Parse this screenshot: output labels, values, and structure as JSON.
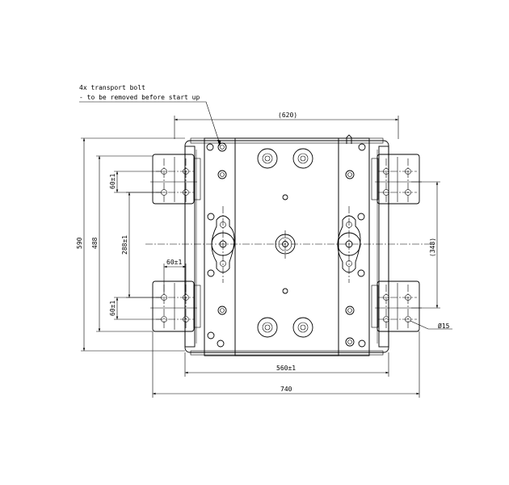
{
  "note": {
    "line1": "4x transport bolt",
    "line2": "- to be removed before start up"
  },
  "dimensions": {
    "top_width": "(620)",
    "overall_height": "590",
    "bracket_span": "488",
    "hole_spacing_v_top": "60±1",
    "hole_spacing_v_bottom": "60±1",
    "center_span": "288±1",
    "hole_spacing_h": "60±1",
    "right_span": "(348)",
    "hole_diameter": "Ø15",
    "inner_width": "560±1",
    "overall_width": "740"
  }
}
